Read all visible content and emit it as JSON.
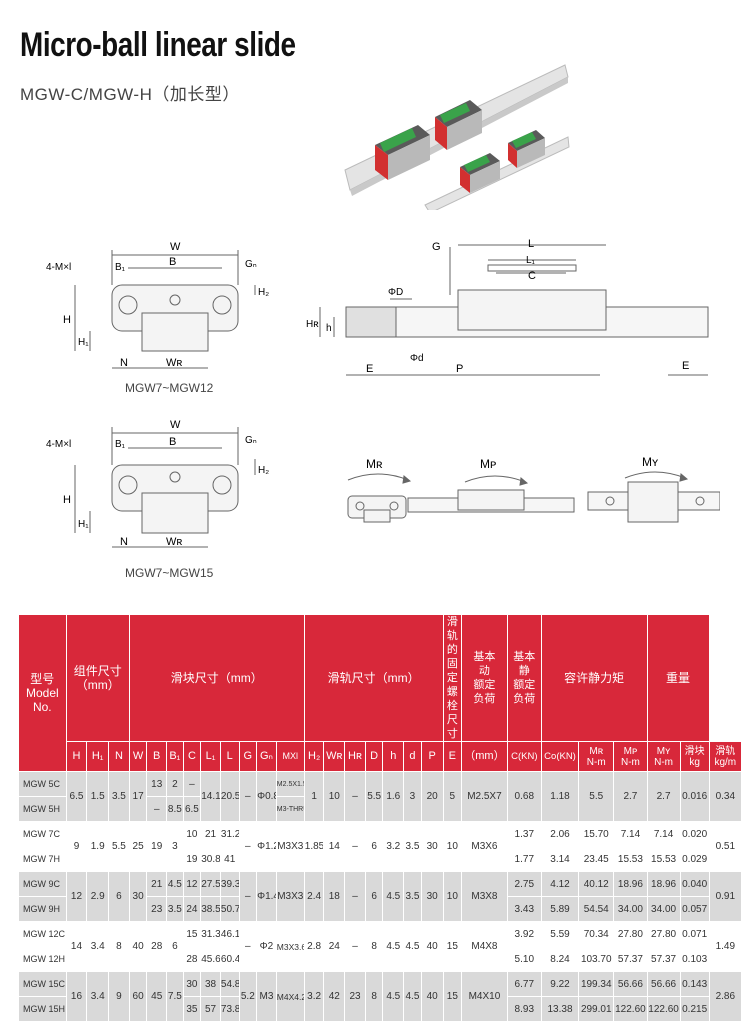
{
  "header": {
    "title": "Micro-ball linear slide",
    "subtitle": "MGW-C/MGW-H（加长型）"
  },
  "drawings": {
    "caption_top": "MGW7~MGW12",
    "caption_bottom": "MGW7~MGW15",
    "labels": {
      "W": "W",
      "B": "B",
      "B1": "B₁",
      "Gn": "Gₙ",
      "M": "4-M×l",
      "H": "H",
      "H1": "H₁",
      "H2": "H₂",
      "N": "N",
      "WR": "Wʀ",
      "G": "G",
      "L": "L",
      "L1": "L₁",
      "C": "C",
      "D": "ΦD",
      "d": "Φd",
      "HR": "Hʀ",
      "h": "h",
      "E": "E",
      "P": "P",
      "MR": "Mʀ",
      "MP": "Mᴘ",
      "MY": "Mʏ"
    }
  },
  "table": {
    "head_groups": {
      "model": "型号\nModel\nNo.",
      "assembly": "组件尺寸\n（mm）",
      "block": "滑块尺寸（mm）",
      "rail": "滑轨尺寸（mm）",
      "bolt": "滑轨的\n固定螺\n栓尺寸",
      "dyn": "基本\n动\n额定\n负荷",
      "stat": "基本\n静\n额定\n负荷",
      "moment": "容许静力矩",
      "weight": "重量"
    },
    "sub_headers": {
      "H": "H",
      "H1": "H₁",
      "N": "N",
      "W": "W",
      "B": "B",
      "B1": "B₁",
      "C": "C",
      "L1": "L₁",
      "L": "L",
      "G": "G",
      "Gn": "Gₙ",
      "Mxl": "MXl",
      "H2": "H₂",
      "WR": "Wʀ",
      "HR": "Hʀ",
      "D": "D",
      "h": "h",
      "d": "d",
      "P": "P",
      "E": "E",
      "bolt_unit": "（mm）",
      "C_kn": "C(KN)",
      "C0_kn": "Co(KN)",
      "MR": "Mʀ\nN-m",
      "MP": "Mᴘ\nN-m",
      "MY": "Mʏ\nN-m",
      "block_w": "滑块\nkg",
      "rail_w": "滑轨\nkg/m"
    },
    "groups": [
      {
        "rows": [
          {
            "model": "MGW 5C",
            "B1": "13",
            "C": "2",
            "L1": "–",
            "Mxl": "M2.5X1.5",
            "C_kn": "0.68",
            "C0_kn": "1.18",
            "MR": "5.5",
            "MP": "2.7",
            "MY": "2.7",
            "block_w": "0.016"
          },
          {
            "model": "MGW 5H",
            "B1": "–",
            "C": "8.5",
            "L1": "6.5",
            "Mxl": "M3-THRU"
          }
        ],
        "shared": {
          "H": "6.5",
          "H1": "1.5",
          "N": "3.5",
          "W": "17",
          "L1s": "14.1",
          "L": "20.5",
          "G": "–",
          "Gn": "Φ0.8",
          "H2": "1",
          "WR": "10",
          "HR": "–",
          "D": "5.5",
          "h": "1.6",
          "d": "3",
          "P": "20",
          "E": "5",
          "bolt": "M2.5X7",
          "rail_w": "0.34"
        }
      },
      {
        "rows": [
          {
            "model": "MGW 7C",
            "C": "10",
            "L1": "21",
            "L": "31.2",
            "C_kn": "1.37",
            "C0_kn": "2.06",
            "MR": "15.70",
            "MP": "7.14",
            "MY": "7.14",
            "block_w": "0.020"
          },
          {
            "model": "MGW 7H",
            "C": "19",
            "L1": "30.8",
            "L": "41",
            "C_kn": "1.77",
            "C0_kn": "3.14",
            "MR": "23.45",
            "MP": "15.53",
            "MY": "15.53",
            "block_w": "0.029"
          }
        ],
        "shared": {
          "H": "9",
          "H1": "1.9",
          "N": "5.5",
          "W": "25",
          "B": "19",
          "B1": "3",
          "G": "–",
          "Gn": "Φ1.2",
          "Mxl": "M3X3",
          "H2": "1.85",
          "WR": "14",
          "HR": "–",
          "D": "6",
          "h": "3.2",
          "d": "3.5",
          "P": "30",
          "E": "10",
          "bolt": "M3X6",
          "rail_w": "0.51"
        }
      },
      {
        "rows": [
          {
            "model": "MGW 9C",
            "B": "21",
            "B1": "4.5",
            "C": "12",
            "L1": "27.5",
            "L": "39.3",
            "C_kn": "2.75",
            "C0_kn": "4.12",
            "MR": "40.12",
            "MP": "18.96",
            "MY": "18.96",
            "block_w": "0.040"
          },
          {
            "model": "MGW 9H",
            "B": "23",
            "B1": "3.5",
            "C": "24",
            "L1": "38.5",
            "L": "50.7",
            "C_kn": "3.43",
            "C0_kn": "5.89",
            "MR": "54.54",
            "MP": "34.00",
            "MY": "34.00",
            "block_w": "0.057"
          }
        ],
        "shared": {
          "H": "12",
          "H1": "2.9",
          "N": "6",
          "W": "30",
          "G": "–",
          "Gn": "Φ1.4",
          "Mxl": "M3X3",
          "H2": "2.4",
          "WR": "18",
          "HR": "–",
          "D": "6",
          "h": "4.5",
          "d": "3.5",
          "P": "30",
          "E": "10",
          "bolt": "M3X8",
          "rail_w": "0.91"
        }
      },
      {
        "rows": [
          {
            "model": "MGW 12C",
            "C": "15",
            "L1": "31.3",
            "L": "46.1",
            "C_kn": "3.92",
            "C0_kn": "5.59",
            "MR": "70.34",
            "MP": "27.80",
            "MY": "27.80",
            "block_w": "0.071"
          },
          {
            "model": "MGW 12H",
            "C": "28",
            "L1": "45.6",
            "L": "60.4",
            "C_kn": "5.10",
            "C0_kn": "8.24",
            "MR": "103.70",
            "MP": "57.37",
            "MY": "57.37",
            "block_w": "0.103"
          }
        ],
        "shared": {
          "H": "14",
          "H1": "3.4",
          "N": "8",
          "W": "40",
          "B": "28",
          "B1": "6",
          "G": "–",
          "Gn": "Φ2",
          "Mxl": "M3X3.6",
          "H2": "2.8",
          "WR": "24",
          "HR": "–",
          "D": "8",
          "h": "4.5",
          "d": "4.5",
          "P": "40",
          "E": "15",
          "bolt": "M4X8",
          "rail_w": "1.49"
        }
      },
      {
        "rows": [
          {
            "model": "MGW 15C",
            "C": "30",
            "L1": "38",
            "L": "54.8",
            "C_kn": "6.77",
            "C0_kn": "9.22",
            "MR": "199.34",
            "MP": "56.66",
            "MY": "56.66",
            "block_w": "0.143"
          },
          {
            "model": "MGW 15H",
            "C": "35",
            "L1": "57",
            "L": "73.8",
            "C_kn": "8.93",
            "C0_kn": "13.38",
            "MR": "299.01",
            "MP": "122.60",
            "MY": "122.60",
            "block_w": "0.215"
          }
        ],
        "shared": {
          "H": "16",
          "H1": "3.4",
          "N": "9",
          "W": "60",
          "B": "45",
          "B1": "7.5",
          "G": "5.2",
          "Gn": "M3",
          "Mxl": "M4X4.2",
          "H2": "3.2",
          "WR": "42",
          "HR": "23",
          "D": "8",
          "h": "4.5",
          "d": "4.5",
          "P": "40",
          "E": "15",
          "bolt": "M4X10",
          "rail_w": "2.86"
        }
      }
    ]
  },
  "colors": {
    "header_red": "#d8283a",
    "row_gray": "#d9d9d9",
    "block_green": "#3aa34a",
    "end_red": "#d23030"
  }
}
